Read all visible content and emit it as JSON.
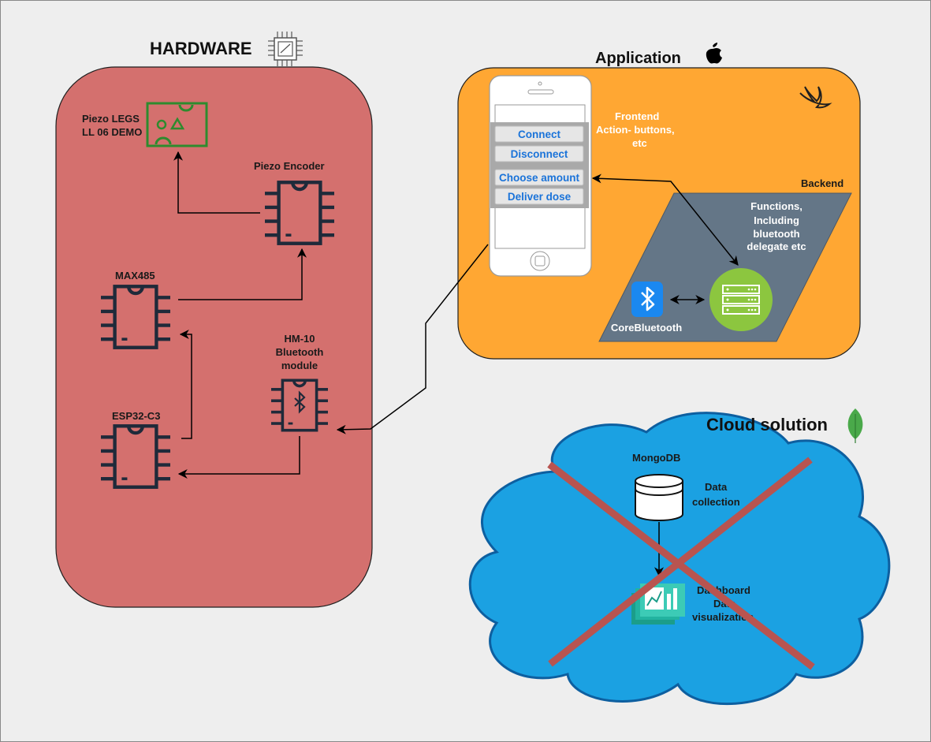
{
  "sections": {
    "hardware_title": "HARDWARE",
    "application_title": "Application",
    "cloud_title": "Cloud solution"
  },
  "hardware": {
    "piezo_legs_line1": "Piezo LEGS",
    "piezo_legs_line2": "LL 06 DEMO",
    "piezo_encoder": "Piezo Encoder",
    "max485": "MAX485",
    "esp32": "ESP32-C3",
    "hm10_line1": "HM-10",
    "hm10_line2": "Bluetooth",
    "hm10_line3": "module"
  },
  "application": {
    "buttons": [
      "Connect",
      "Disconnect",
      "Choose amount",
      "Deliver dose"
    ],
    "frontend_line1": "Frontend",
    "frontend_line2": "Action- buttons,",
    "frontend_line3": "etc",
    "backend": "Backend",
    "functions_line1": "Functions,",
    "functions_line2": "Including",
    "functions_line3": "bluetooth",
    "functions_line4": "delegate etc",
    "corebluetooth": "CoreBluetooth"
  },
  "cloud": {
    "mongodb": "MongoDB",
    "data_line1": "Data",
    "data_line2": "collection",
    "dash_line1": "Dashboard",
    "dash_line2": "Data",
    "dash_line3": "visualization"
  },
  "colors": {
    "hardware_bg": "#d4706e",
    "application_bg": "#ffa733",
    "backend_bg": "#647687",
    "cloud_bg": "#1ba1e2",
    "cross": "#b85450",
    "server_green": "#8cc63f",
    "bluetooth_blue": "#1a88f0"
  },
  "icons": [
    "chip-icon",
    "apple-icon",
    "swift-icon",
    "circuit-board-icon",
    "bluetooth-icon",
    "server-icon",
    "database-icon",
    "dashboard-icon",
    "leaf-icon",
    "phone-icon"
  ]
}
